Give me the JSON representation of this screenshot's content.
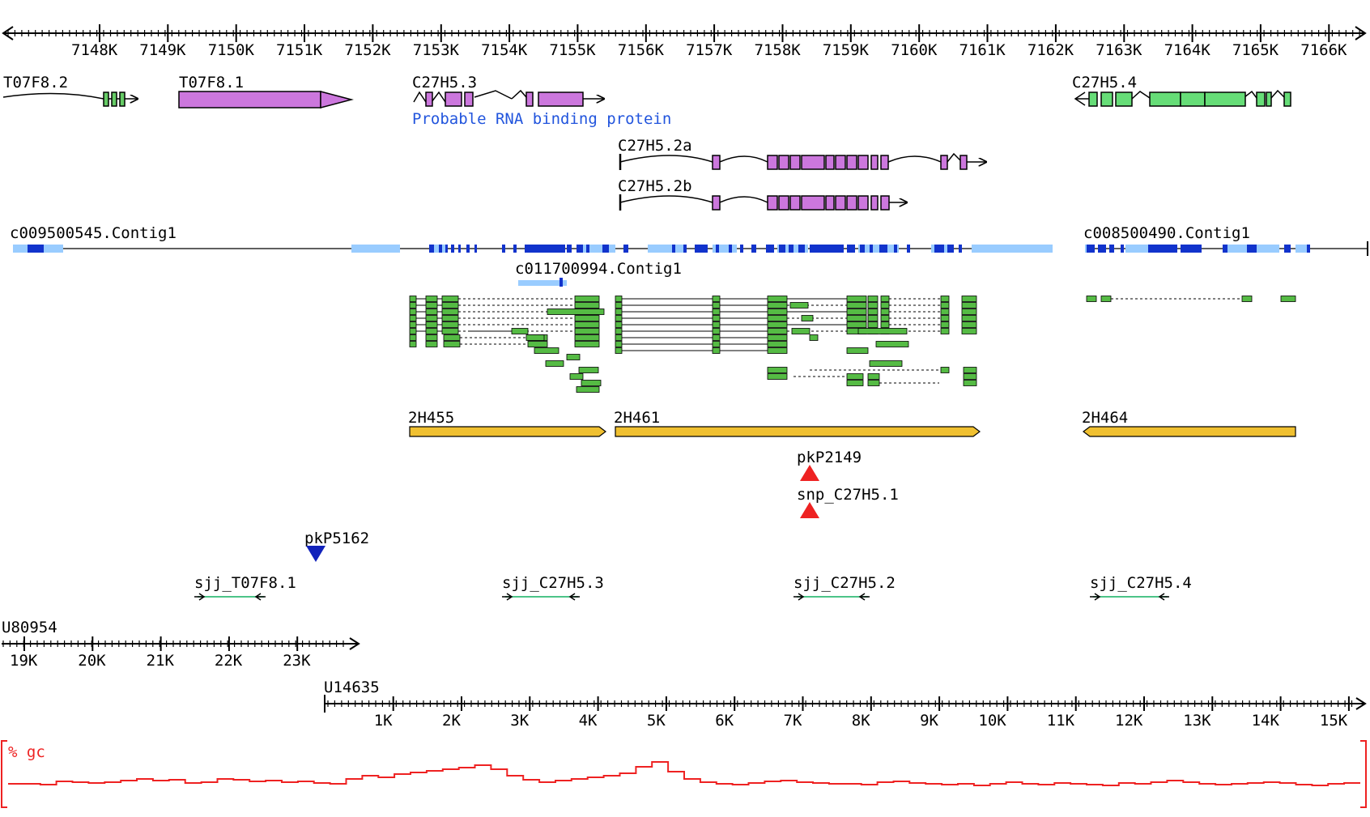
{
  "genomic_ruler": {
    "ticks": [
      "7148K",
      "7149K",
      "7150K",
      "7151K",
      "7152K",
      "7153K",
      "7154K",
      "7155K",
      "7156K",
      "7157K",
      "7158K",
      "7159K",
      "7160K",
      "7161K",
      "7162K",
      "7163K",
      "7164K",
      "7165K",
      "7166K"
    ]
  },
  "genes": {
    "t07f8_2": "T07F8.2",
    "t07f8_1": "T07F8.1",
    "c27h5_3": "C27H5.3",
    "c27h5_3_desc": "Probable RNA binding protein",
    "c27h5_4": "C27H5.4",
    "c27h5_2a": "C27H5.2a",
    "c27h5_2b": "C27H5.2b"
  },
  "contigs": {
    "c1": "c009500545.Contig1",
    "c2": "c008500490.Contig1",
    "c3": "c011700994.Contig1"
  },
  "clones": {
    "a": "2H455",
    "b": "2H461",
    "c": "2H464"
  },
  "markers": {
    "pkp2149": "pkP2149",
    "snp": "snp_C27H5.1",
    "pkp5162": "pkP5162"
  },
  "primers": {
    "p1": "sjj_T07F8.1",
    "p2": "sjj_C27H5.3",
    "p3": "sjj_C27H5.2",
    "p4": "sjj_C27H5.4"
  },
  "clone_u80954": {
    "name": "U80954",
    "ticks": [
      "19K",
      "20K",
      "21K",
      "22K",
      "23K"
    ]
  },
  "clone_u14635": {
    "name": "U14635",
    "ticks": [
      "1K",
      "2K",
      "3K",
      "4K",
      "5K",
      "6K",
      "7K",
      "8K",
      "9K",
      "10K",
      "11K",
      "12K",
      "13K",
      "14K",
      "15K"
    ]
  },
  "gc_track": {
    "label": "% gc"
  },
  "colors": {
    "gene_purple": "#cc77dd",
    "gene_green": "#66dd77",
    "est_green": "#55bb44",
    "clone_yellow": "#f0c030",
    "contig_blue": "#1133cc",
    "contig_light": "#99ccff",
    "marker_red": "#ee2222",
    "marker_blue": "#1122bb",
    "primer_line": "#33bb77",
    "gc_red": "#ee2222",
    "desc_blue": "#2255dd"
  }
}
